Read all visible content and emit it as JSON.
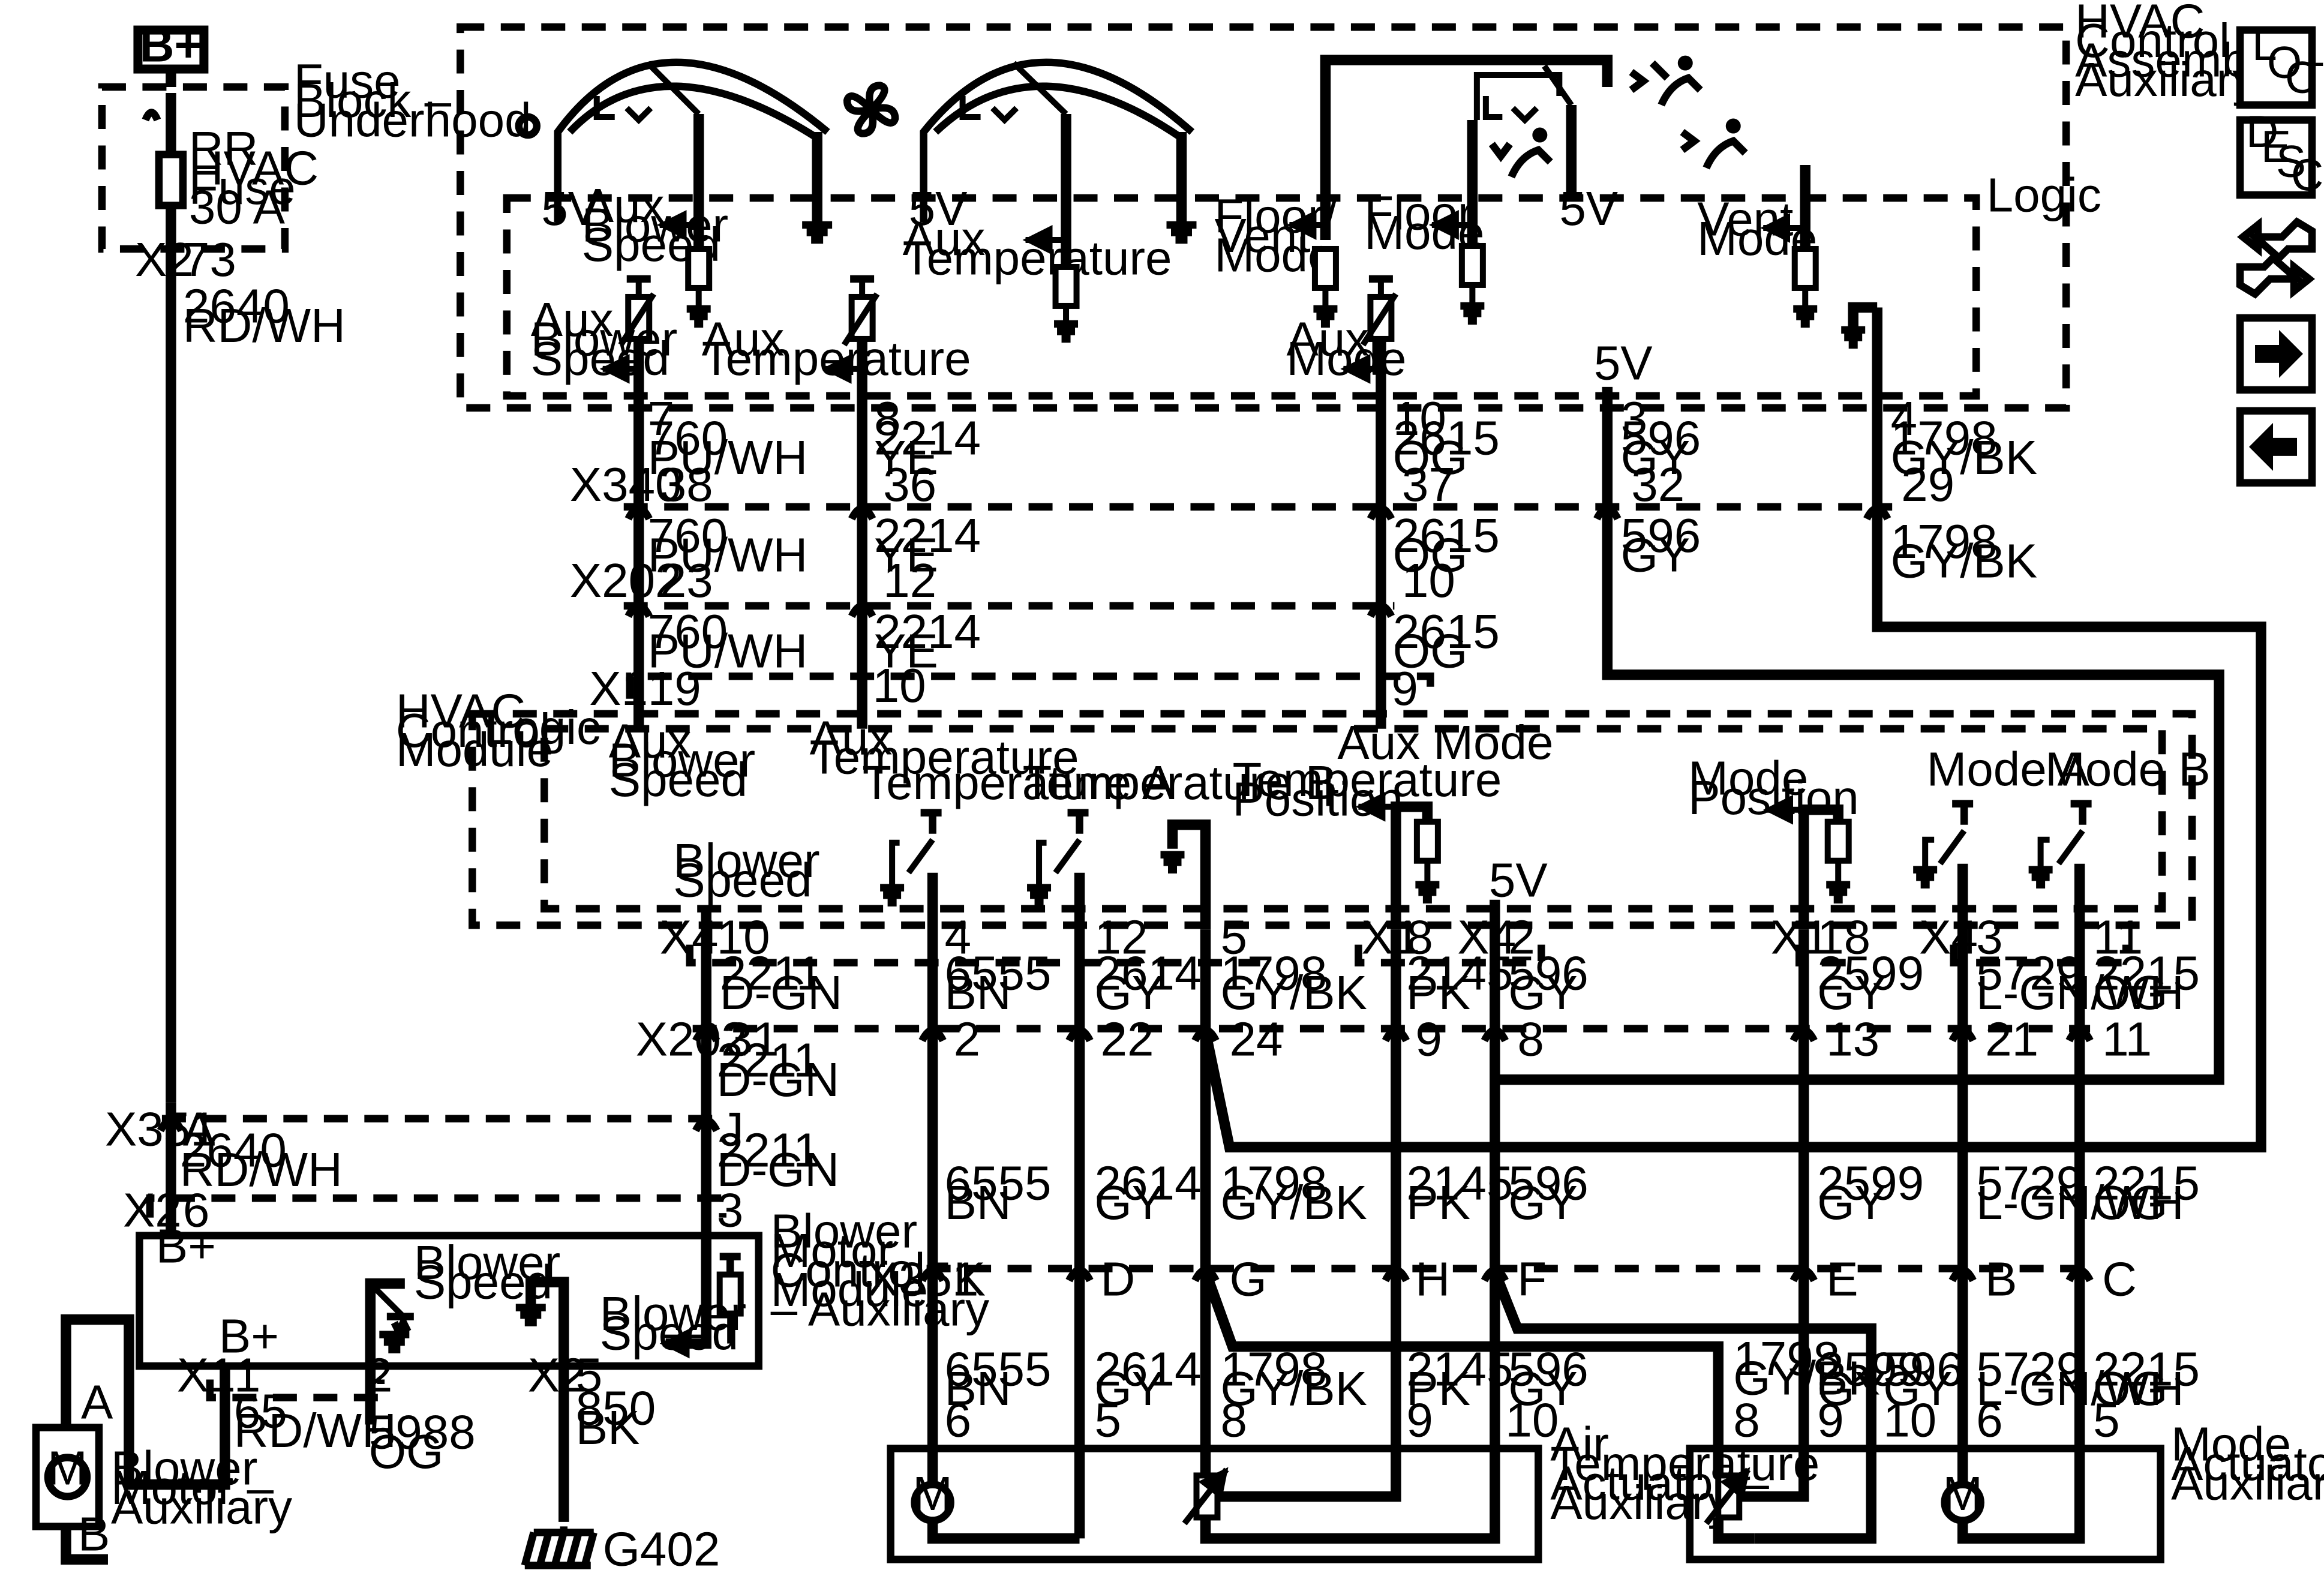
{
  "power_source": "B+",
  "components": {
    "fuse_block": "Fuse Block – Underhood",
    "fuse": "RR HVAC Fuse 30 A",
    "hvac_control_assembly": "HVAC Control Assembly – Auxiliary",
    "hvac_control_module": "HVAC Control Module",
    "blower_motor_control_module": "Blower Motor Control Module – Auxiliary",
    "blower_motor": "Blower Motor – Auxiliary",
    "air_temp_actuator": "Air Temperature Actuator – Auxiliary",
    "mode_actuator": "Mode Actuator – Auxiliary",
    "ground": "G402",
    "motor_symbol": "M",
    "logic": "Logic"
  },
  "connectors": [
    "X340",
    "X202",
    "X1",
    "X4",
    "X351",
    "X2"
  ],
  "signals": {
    "aux_blower_speed": "Aux Blower Speed",
    "aux_temperature": "Aux Temperature",
    "aux_mode": "Aux Mode",
    "floor_vent_mode": "Floor/ Vent Mode",
    "floor_mode": "Floor Mode",
    "vent_mode": "Vent Mode",
    "blower_speed": "Blower Speed",
    "temperature_a": "Temperature A",
    "temperature_b": "Temperature B",
    "temperature_position": "Temperature Position",
    "mode_position": "Mode Position",
    "mode_a": "Mode A",
    "mode_b": "Mode B",
    "five_v": "5V",
    "b_plus": "B+"
  },
  "wires": [
    {
      "circuit": "2640",
      "color": "RD/WH"
    },
    {
      "circuit": "760",
      "color": "PU/WH"
    },
    {
      "circuit": "2214",
      "color": "YE"
    },
    {
      "circuit": "2615",
      "color": "OG"
    },
    {
      "circuit": "596",
      "color": "GY"
    },
    {
      "circuit": "1798",
      "color": "GY/BK"
    },
    {
      "circuit": "2211",
      "color": "D-GN"
    },
    {
      "circuit": "6555",
      "color": "BN"
    },
    {
      "circuit": "2614",
      "color": "GY"
    },
    {
      "circuit": "2145",
      "color": "PK"
    },
    {
      "circuit": "2599",
      "color": "GY"
    },
    {
      "circuit": "5729",
      "color": "L-GN/WH"
    },
    {
      "circuit": "2215",
      "color": "OG"
    },
    {
      "circuit": "65",
      "color": "RD/WH"
    },
    {
      "circuit": "5988",
      "color": "OG"
    },
    {
      "circuit": "850",
      "color": "BK"
    }
  ],
  "pins": {
    "fuse_block_x2": "73",
    "assembly_x340": [
      "38",
      "36",
      "37",
      "32",
      "29"
    ],
    "assembly_pins": [
      "7",
      "8",
      "10",
      "3",
      "4"
    ],
    "x202_upper": [
      "23",
      "12",
      "10"
    ],
    "module_x1_top": [
      "19",
      "10",
      "9"
    ],
    "module_bottom": [
      "10",
      "4",
      "12",
      "5",
      "8",
      "2",
      "18",
      "3",
      "11"
    ],
    "x202_lower": [
      "31",
      "2",
      "22",
      "24",
      "9",
      "8",
      "13",
      "21",
      "11"
    ],
    "x351_pins": [
      "A",
      "J",
      "K",
      "D",
      "G",
      "H",
      "F",
      "E",
      "B",
      "C"
    ],
    "bmcm_x2_top": [
      "6",
      "3"
    ],
    "bmcm_bottom": [
      "1",
      "2",
      "5"
    ],
    "motor_terminals": [
      "A",
      "B"
    ],
    "air_temp_actuator_pins": [
      "6",
      "5",
      "8",
      "9",
      "10"
    ],
    "mode_actuator_pins": [
      "8",
      "9",
      "10",
      "6",
      "5"
    ]
  },
  "nav_buttons": [
    {
      "name": "loc",
      "letters": [
        "L",
        "O",
        "C"
      ]
    },
    {
      "name": "desc",
      "letters": [
        "D",
        "E",
        "S",
        "C"
      ]
    },
    {
      "name": "connector-view",
      "icon": "connector-icon"
    },
    {
      "name": "next",
      "icon": "arrow-right-icon"
    },
    {
      "name": "previous",
      "icon": "arrow-left-icon"
    }
  ]
}
